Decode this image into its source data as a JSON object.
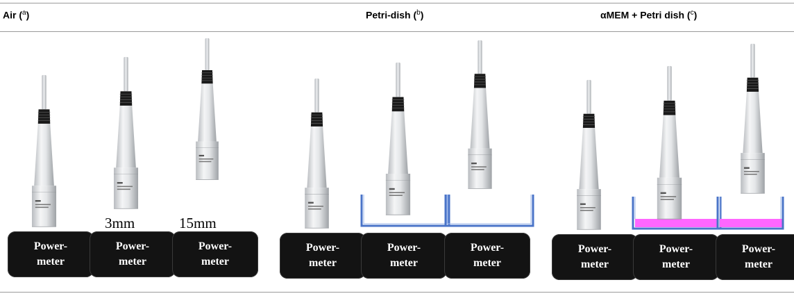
{
  "columns": [
    {
      "title": "Air (",
      "sup": "a",
      "close": ")"
    },
    {
      "title": "Petri-dish (",
      "sup": "b",
      "close": ")"
    },
    {
      "title": "αMEM + Petri dish (",
      "sup": "c",
      "close": ")"
    }
  ],
  "distances": [
    "3mm",
    "15mm"
  ],
  "power_meter": {
    "line1": "Power-",
    "line2": "meter"
  },
  "colors": {
    "medium": "#ff66ff",
    "dish": "#4a74c8",
    "meter": "#131313"
  }
}
